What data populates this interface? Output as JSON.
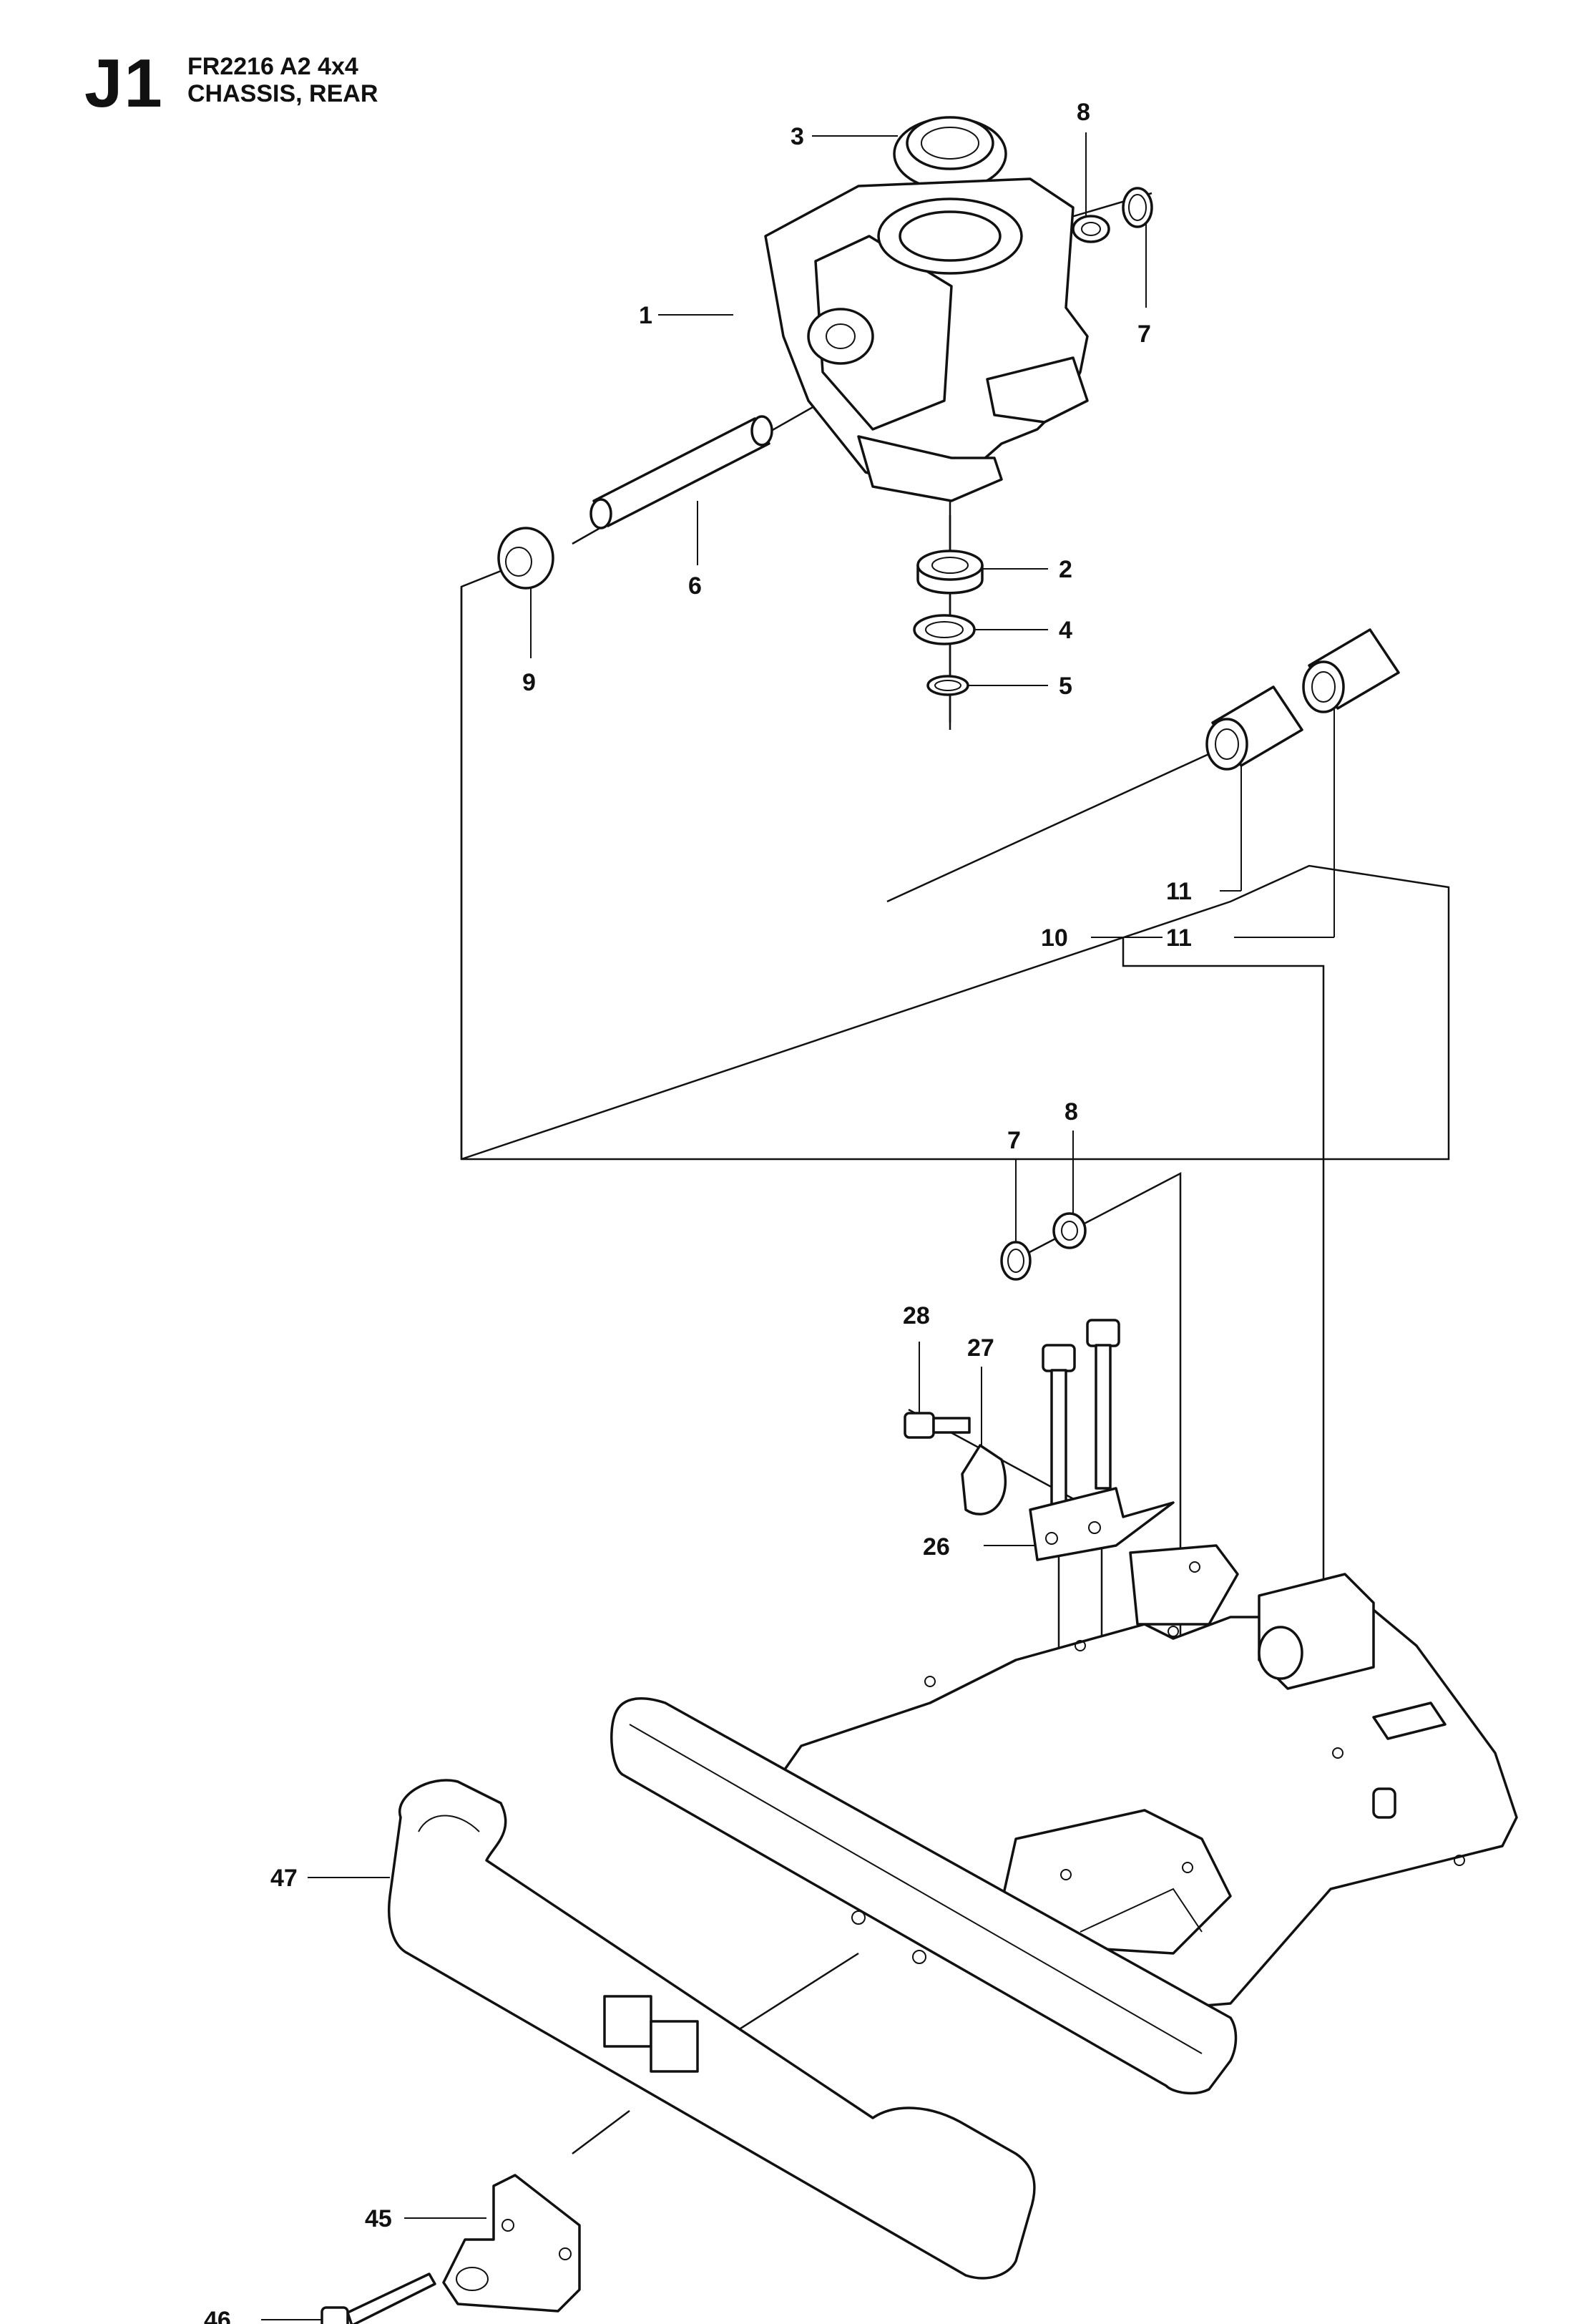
{
  "header": {
    "section_code": "J1",
    "model": "FR2216 A2 4x4",
    "title": "CHASSIS, REAR"
  },
  "callouts": [
    {
      "id": "c3",
      "text": "3"
    },
    {
      "id": "c8a",
      "text": "8"
    },
    {
      "id": "c1",
      "text": "1"
    },
    {
      "id": "c7a",
      "text": "7"
    },
    {
      "id": "c6",
      "text": "6"
    },
    {
      "id": "c2",
      "text": "2"
    },
    {
      "id": "c9",
      "text": "9"
    },
    {
      "id": "c4",
      "text": "4"
    },
    {
      "id": "c5",
      "text": "5"
    },
    {
      "id": "c11a",
      "text": "11"
    },
    {
      "id": "c10",
      "text": "10"
    },
    {
      "id": "c11b",
      "text": "11"
    },
    {
      "id": "c8b",
      "text": "8"
    },
    {
      "id": "c7b",
      "text": "7"
    },
    {
      "id": "c28",
      "text": "28"
    },
    {
      "id": "c27",
      "text": "27"
    },
    {
      "id": "c26",
      "text": "26"
    },
    {
      "id": "c47",
      "text": "47"
    },
    {
      "id": "c45",
      "text": "45"
    },
    {
      "id": "c46",
      "text": "46"
    }
  ]
}
